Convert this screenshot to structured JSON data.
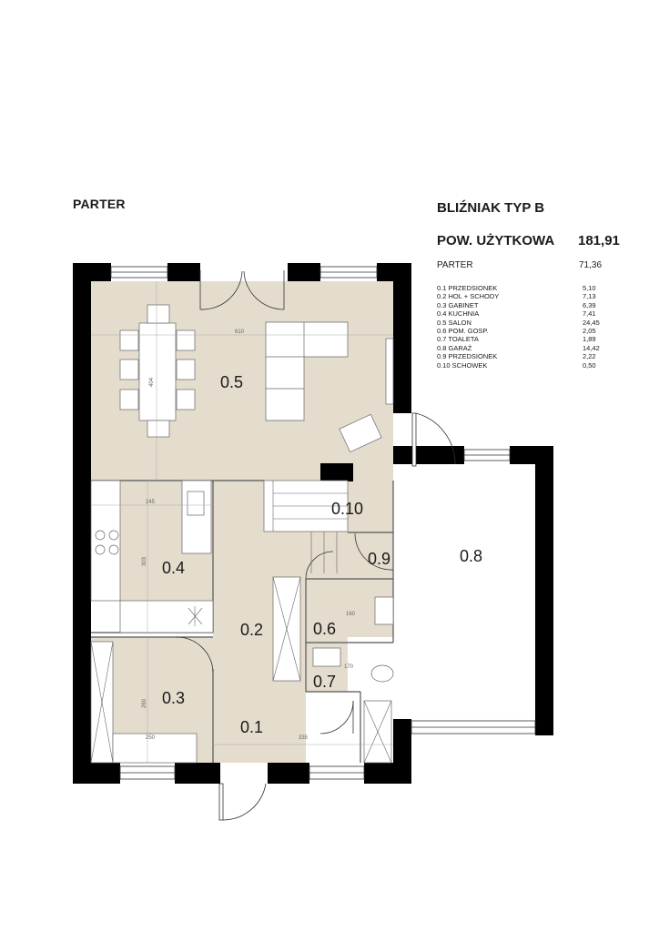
{
  "header": {
    "floor_label": "PARTER",
    "building_title": "BLIŹNIAK TYP B",
    "usable_area_label": "POW. UŻYTKOWA",
    "usable_area_value": "181,91"
  },
  "summary": {
    "floor_label": "PARTER",
    "floor_area": "71,36"
  },
  "rooms": [
    {
      "name": "0.1 PRZEDSIONEK",
      "area": "5,10"
    },
    {
      "name": "0.2 HOL + SCHODY",
      "area": "7,13"
    },
    {
      "name": "0.3 GABINET",
      "area": "6,39"
    },
    {
      "name": "0.4 KUCHNIA",
      "area": "7,41"
    },
    {
      "name": "0.5 SALON",
      "area": "24,45"
    },
    {
      "name": "0.6 POM. GOSP.",
      "area": "2,05"
    },
    {
      "name": "0.7 TOALETA",
      "area": "1,89"
    },
    {
      "name": "0.8 GARAŻ",
      "area": "14,42"
    },
    {
      "name": "0.9 PRZEDSIONEK",
      "area": "2,22"
    },
    {
      "name": "0.10 SCHOWEK",
      "area": "0,50"
    }
  ],
  "plan_labels": {
    "r01": "0.1",
    "r02": "0.2",
    "r03": "0.3",
    "r04": "0.4",
    "r05": "0.5",
    "r06": "0.6",
    "r07": "0.7",
    "r08": "0.8",
    "r09": "0.9",
    "r10": "0.10"
  },
  "dimensions": {
    "salon_width": "610",
    "dining_depth": "404",
    "kitchen_width": "245",
    "kitchen_depth": "303",
    "laundry_width": "160",
    "wc_width": "170",
    "office_depth": "260",
    "office_width": "250",
    "entry_width": "335"
  },
  "colors": {
    "floor": "#e4dccd",
    "wall": "#000000",
    "line": "#555555"
  }
}
